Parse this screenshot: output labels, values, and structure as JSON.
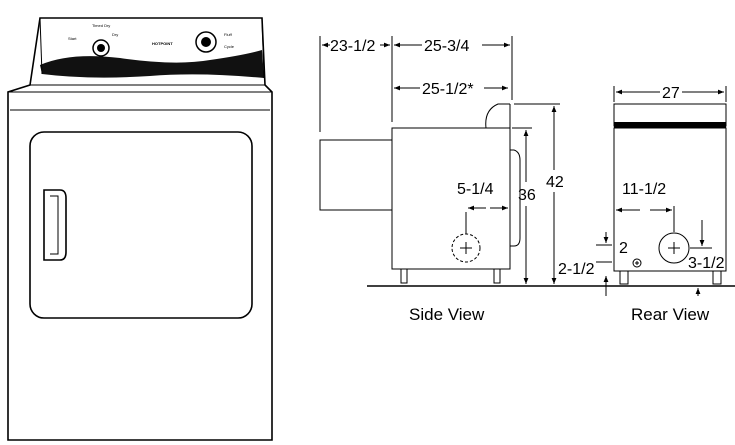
{
  "dryer": {
    "brand": "HOTPOINT",
    "panel_text": "Timed Dry",
    "panel_labels": [
      "Start",
      "Dry",
      "Fluff",
      "Cycle"
    ]
  },
  "side_view": {
    "caption": "Side View",
    "dim_depth_with_door": "23-1/2",
    "dim_depth": "25-3/4",
    "dim_depth_star": "25-1/2*",
    "dim_vent_offset": "5-1/4",
    "dim_height_cabinet": "36",
    "dim_height_total": "42"
  },
  "rear_view": {
    "caption": "Rear View",
    "dim_width": "27",
    "dim_vent_side": "11-1/2",
    "dim_small": "2",
    "dim_floor": "2-1/2",
    "dim_vent_height": "3-1/2"
  }
}
